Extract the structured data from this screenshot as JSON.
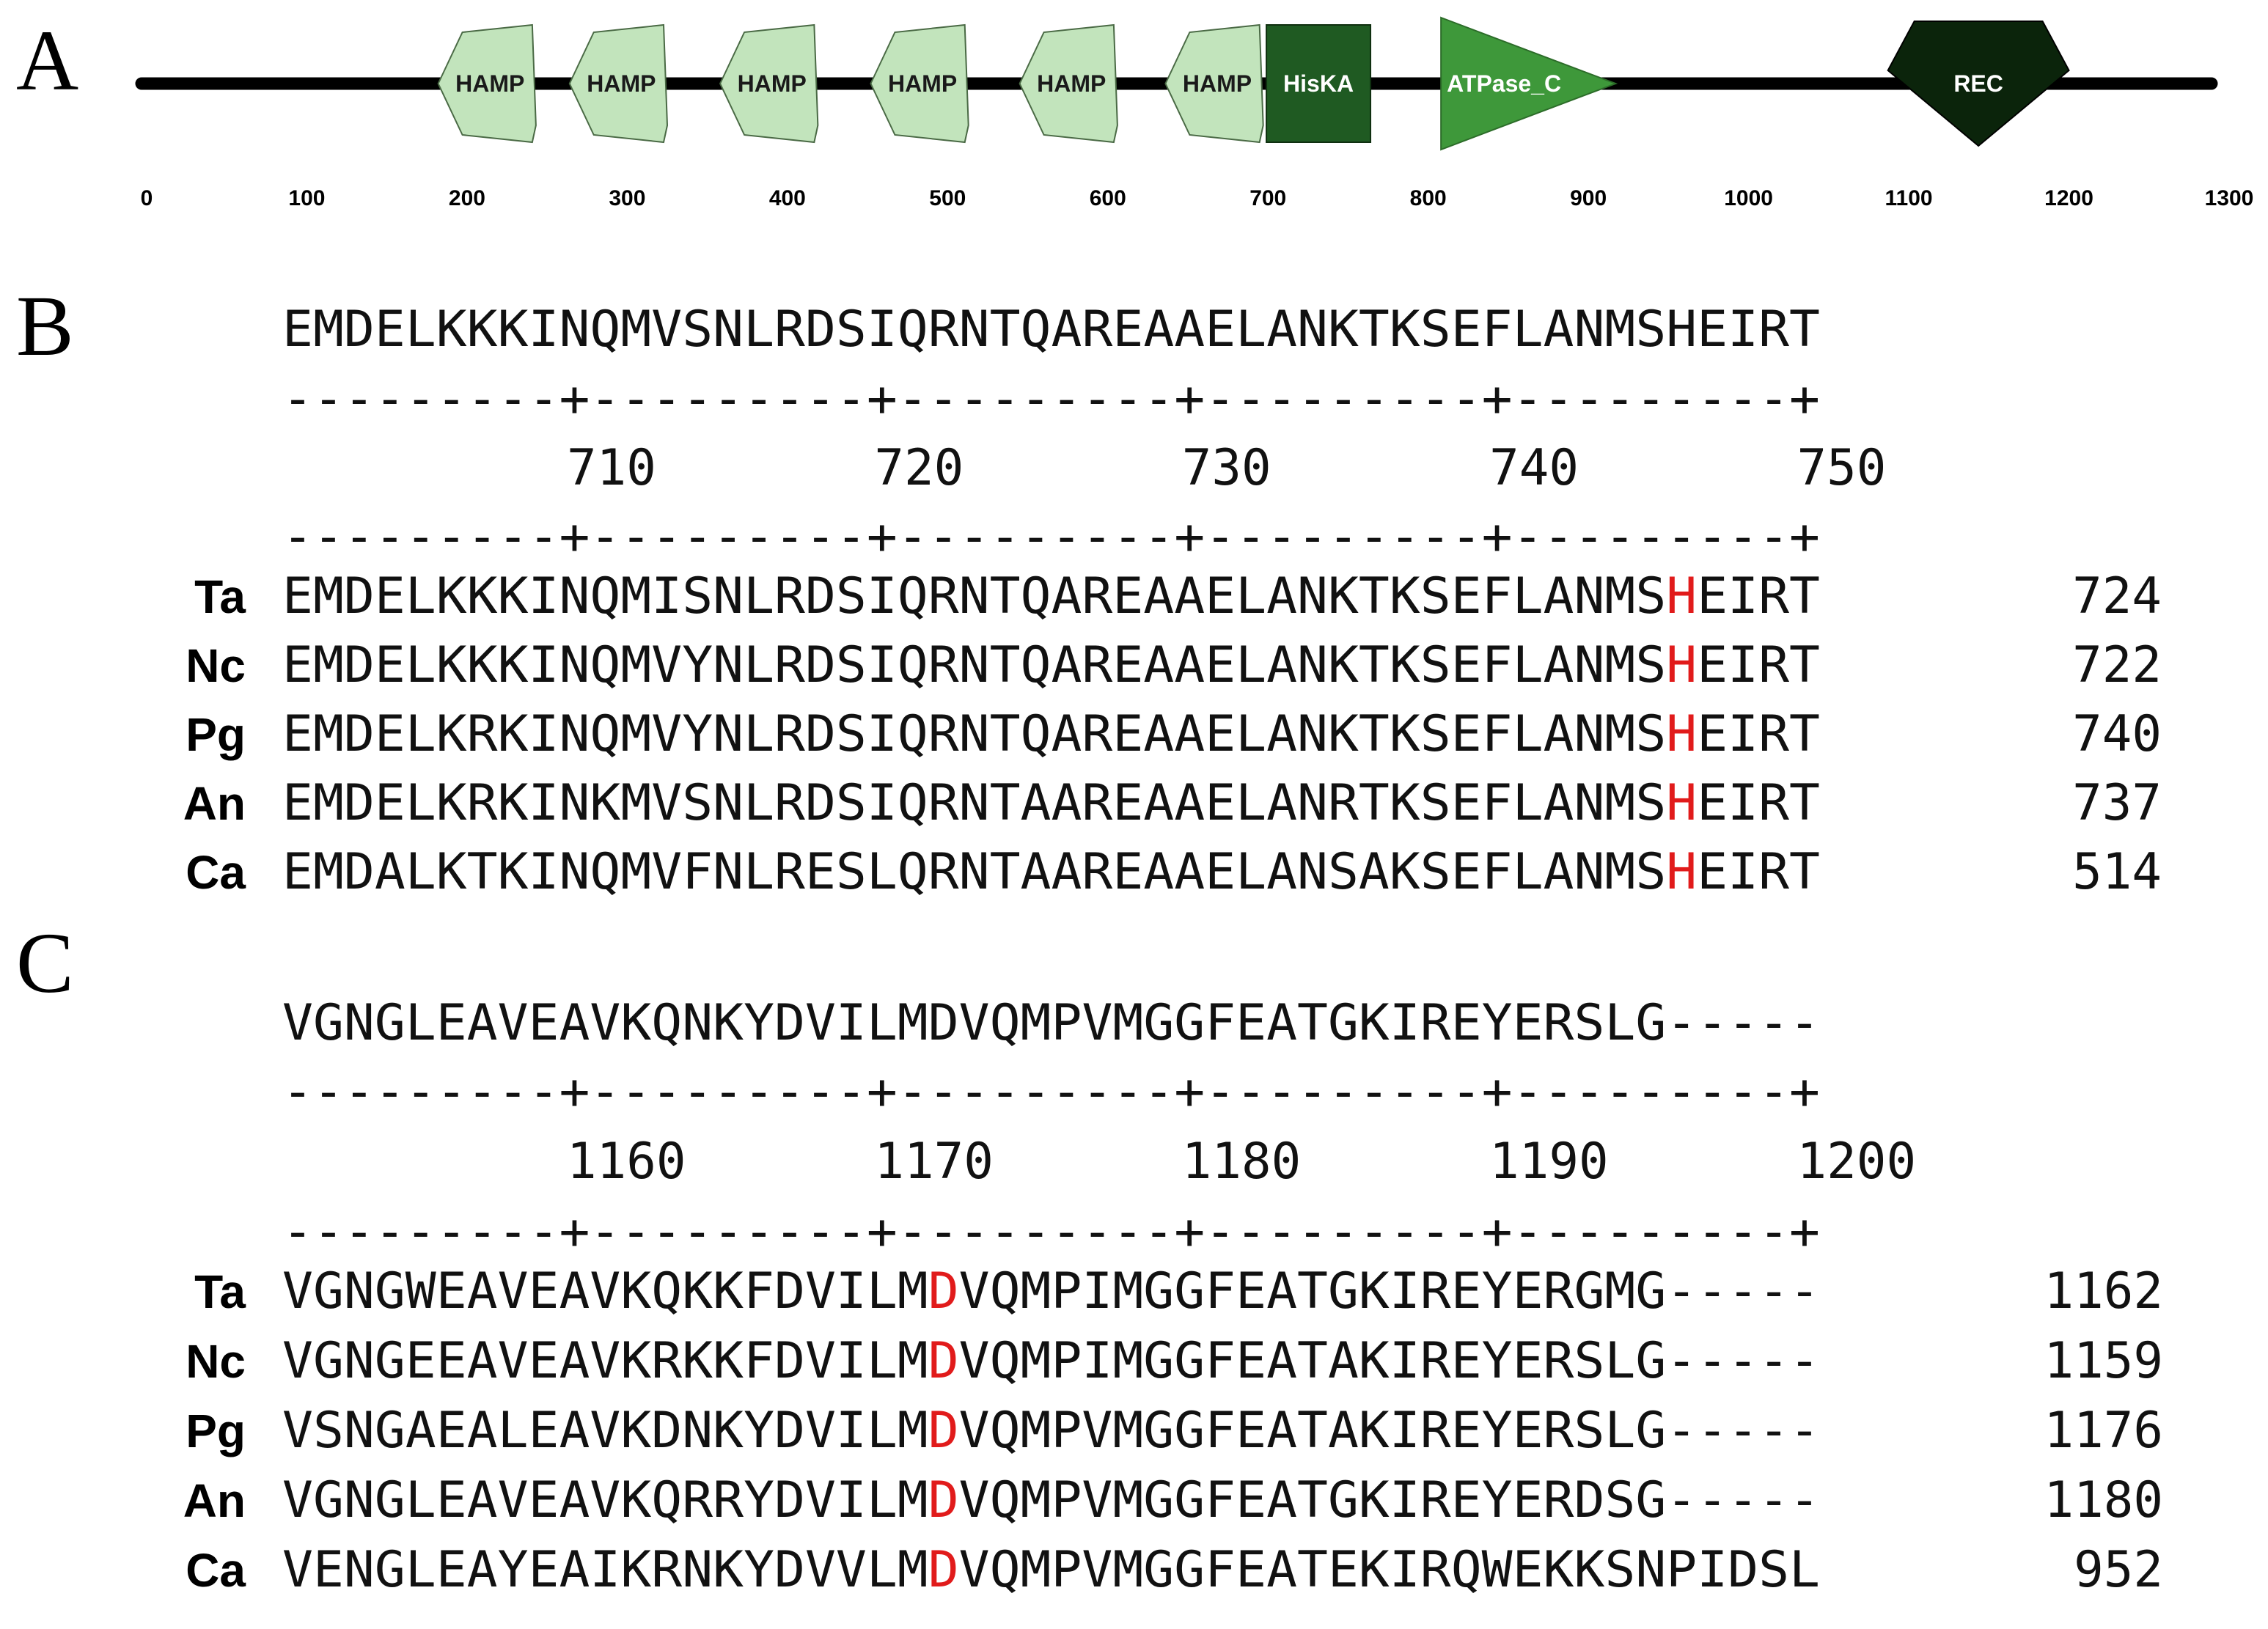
{
  "panel_a": {
    "letter": "A",
    "axis_max": 1300,
    "ticks": [
      0,
      100,
      200,
      300,
      400,
      500,
      600,
      700,
      800,
      900,
      1000,
      1100,
      1200,
      1300
    ],
    "domains": [
      {
        "label": "HAMP",
        "kind": "pentagon-left",
        "start": 182,
        "end": 243,
        "fill": "#c2e4bc"
      },
      {
        "label": "HAMP",
        "kind": "pentagon-left",
        "start": 264,
        "end": 325,
        "fill": "#c2e4bc"
      },
      {
        "label": "HAMP",
        "kind": "pentagon-left",
        "start": 358,
        "end": 419,
        "fill": "#c2e4bc"
      },
      {
        "label": "HAMP",
        "kind": "pentagon-left",
        "start": 452,
        "end": 513,
        "fill": "#c2e4bc"
      },
      {
        "label": "HAMP",
        "kind": "pentagon-left",
        "start": 545,
        "end": 606,
        "fill": "#c2e4bc"
      },
      {
        "label": "HAMP",
        "kind": "pentagon-left",
        "start": 636,
        "end": 697,
        "fill": "#c2e4bc"
      },
      {
        "label": "HisKA",
        "kind": "rect",
        "start": 699,
        "end": 764,
        "fill": "#1f5a22"
      },
      {
        "label": "ATPase_C",
        "kind": "triangle",
        "start": 808,
        "end": 917,
        "fill": "#3e983a"
      },
      {
        "label": "REC",
        "kind": "pentagon-down",
        "start": 1087,
        "end": 1200,
        "fill": "#0b240b"
      }
    ]
  },
  "panel_b": {
    "letter": "B",
    "reference": "EMDELKKKINQMVSNLRDSIQRNTQAREAAELANKTKSEFLANMSHEIRT",
    "ruler": "---------+---------+---------+---------+---------+",
    "positions": [
      "710",
      "720",
      "730",
      "740",
      "750"
    ],
    "highlight_index": 45,
    "rows": [
      {
        "species": "Ta",
        "seq": "EMDELKKKINQMISNLRDSIQRNTQAREAAELANKTKSEFLANMSHEIRT",
        "end": "724"
      },
      {
        "species": "Nc",
        "seq": "EMDELKKKINQMVYNLRDSIQRNTQAREAAELANKTKSEFLANMSHEIRT",
        "end": "722"
      },
      {
        "species": "Pg",
        "seq": "EMDELKRKINQMVYNLRDSIQRNTQAREAAELANKTKSEFLANMSHEIRT",
        "end": "740"
      },
      {
        "species": "An",
        "seq": "EMDELKRKINKMVSNLRDSIQRNTAAREAAELANRTKSEFLANMSHEIRT",
        "end": "737"
      },
      {
        "species": "Ca",
        "seq": "EMDALKTKINQMVFNLRESLQRNTAAREAAELANSAKSEFLANMSHEIRT",
        "end": "514"
      }
    ]
  },
  "panel_c": {
    "letter": "C",
    "reference": "VGNGLEAVEAVKQNKYDVILMDVQMPVMGGFEATGKIREYERSLG-----",
    "ruler": "---------+---------+---------+---------+---------+",
    "positions": [
      "1160",
      "1170",
      "1180",
      "1190",
      "1200"
    ],
    "highlight_index": 21,
    "rows": [
      {
        "species": "Ta",
        "seq": "VGNGWEAVEAVKQKKFDVILMDVQMPIMGGFEATGKIREYERGMG-----",
        "end": "1162"
      },
      {
        "species": "Nc",
        "seq": "VGNGEEAVEAVKRKKFDVILMDVQMPIMGGFEATAKIREYERSLG-----",
        "end": "1159"
      },
      {
        "species": "Pg",
        "seq": "VSNGAEALEAVKDNKYDVILMDVQMPVMGGFEATAKIREYERSLG-----",
        "end": "1176"
      },
      {
        "species": "An",
        "seq": "VGNGLEAVEAVKQRRYDVILMDVQMPVMGGFEATGKIREYERDSG-----",
        "end": "1180"
      },
      {
        "species": "Ca",
        "seq": "VENGLEAYEAIKRNKYDVVLMDVQMPVMGGFEATEKIRQWEKKSNPIDSL",
        "end": "952"
      }
    ]
  },
  "colors": {
    "highlight": "#e11b1b",
    "backbone": "#000000",
    "light_label": "#1a1a1a",
    "dark_label": "#ffffff"
  }
}
